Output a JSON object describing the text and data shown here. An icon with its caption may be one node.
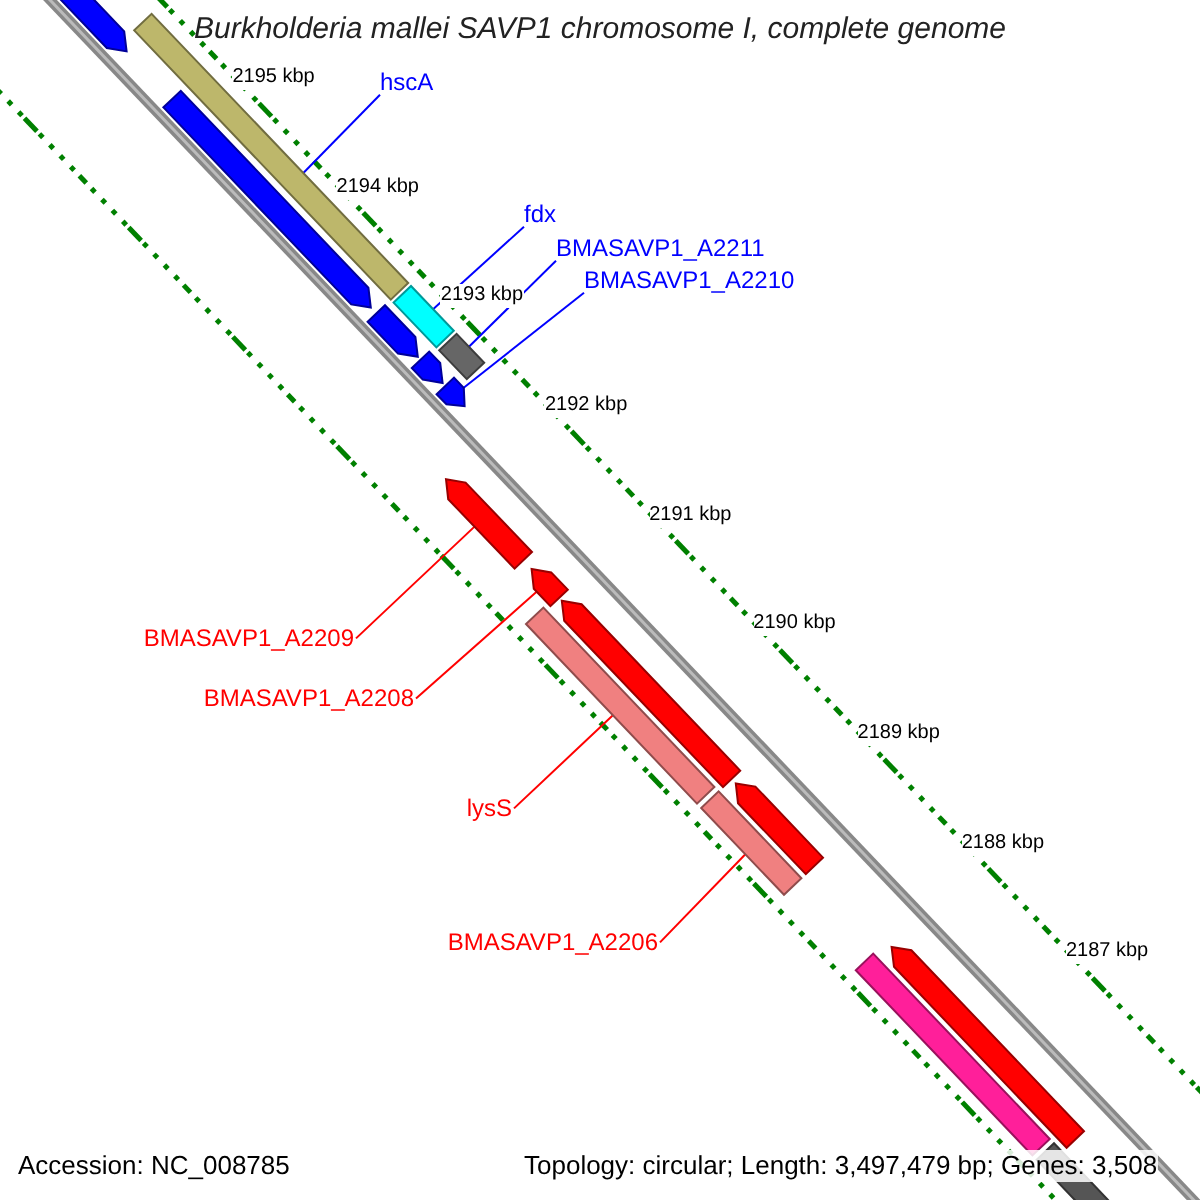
{
  "diagram": {
    "title": "Burkholderia mallei SAVP1 chromosome I, complete genome",
    "nodes": [
      {
        "text": [
          "hscA"
        ]
      },
      {
        "text": [],
        "shape": "bar"
      },
      {
        "text": [
          "fdx"
        ]
      },
      {
        "text": [],
        "shape": "bar"
      },
      {
        "text": [
          "BMASAVP1_A2211"
        ]
      },
      {
        "text": [],
        "shape": "bar"
      },
      {
        "text": [
          "BMASAVP1_A2210"
        ]
      },
      {
        "text": [],
        "shape": "arrow"
      },
      {
        "text": [
          "BMASAVP1_A2209"
        ]
      },
      {
        "text": [],
        "shape": "arrow"
      },
      {
        "text": [
          "BMASAVP1_A2208"
        ]
      },
      {
        "text": [],
        "shape": "arrow"
      },
      {
        "text": [
          "lysS"
        ]
      },
      {
        "text": [],
        "shape": "bar"
      },
      {
        "text": [
          "BMASAVP1_A2206"
        ]
      },
      {
        "text": [],
        "shape": "bar"
      },
      {
        "text": [],
        "shape": "arrow"
      },
      {
        "text": [],
        "shape": "arrow"
      },
      {
        "text": [],
        "shape": "arrow"
      },
      {
        "text": [],
        "shape": "arrow"
      },
      {
        "text": [],
        "shape": "arrow"
      },
      {
        "text": [],
        "shape": "arrow"
      },
      {
        "text": [],
        "shape": "bar"
      },
      {
        "text": [],
        "shape": "arrow"
      },
      {
        "text": [],
        "shape": "bar"
      }
    ],
    "edges": [
      {
        "from": 0,
        "to": 1,
        "arrow": "none",
        "color": "#0000ff"
      },
      {
        "from": 2,
        "to": 3,
        "arrow": "none",
        "color": "#0000ff"
      },
      {
        "from": 4,
        "to": 5,
        "arrow": "none",
        "color": "#0000ff"
      },
      {
        "from": 6,
        "to": 7,
        "arrow": "none",
        "color": "#0000ff"
      },
      {
        "from": 8,
        "to": 9,
        "arrow": "none",
        "color": "#ff0000"
      },
      {
        "from": 10,
        "to": 11,
        "arrow": "none",
        "color": "#ff0000"
      },
      {
        "from": 12,
        "to": 13,
        "arrow": "none",
        "color": "#ff0000"
      },
      {
        "from": 14,
        "to": 15,
        "arrow": "none",
        "color": "#ff0000"
      }
    ],
    "labels": [
      "2195 kbp",
      "2194 kbp",
      "2193 kbp",
      "2192 kbp",
      "2191 kbp",
      "2190 kbp",
      "2189 kbp",
      "2188 kbp",
      "2187 kbp",
      "Accession: NC_008785",
      "Topology: circular; Length: 3,497,479 bp; Genes: 3,508"
    ]
  }
}
